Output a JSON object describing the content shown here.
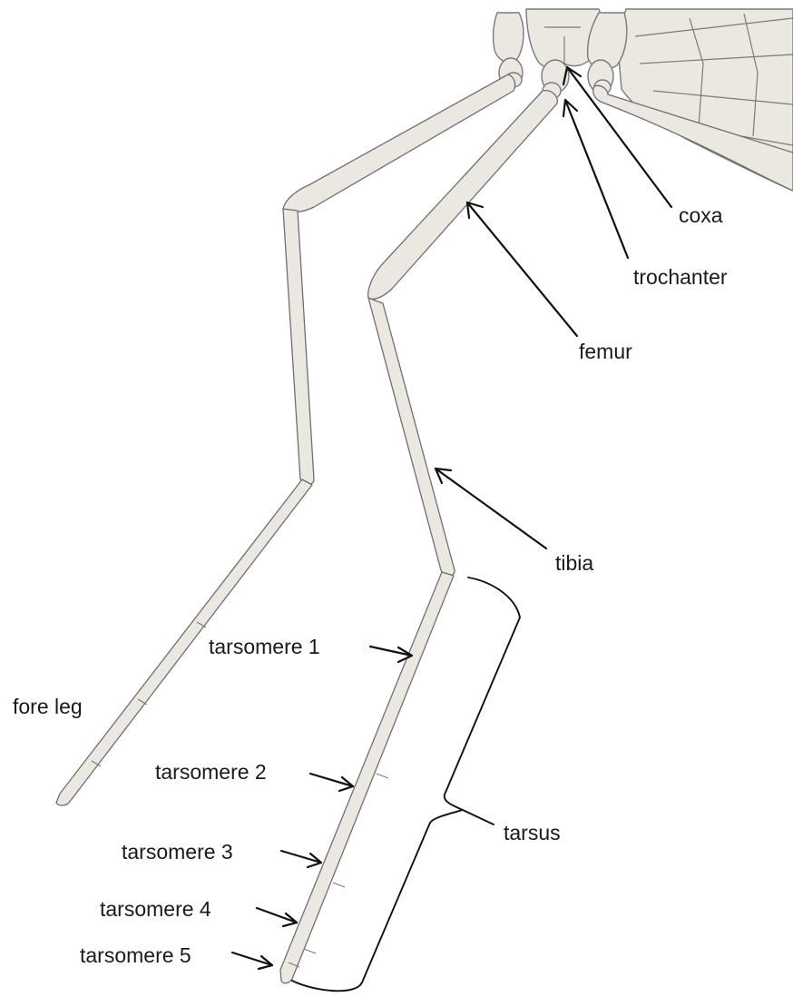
{
  "labels": {
    "coxa": "coxa",
    "trochanter": "trochanter",
    "femur": "femur",
    "tibia": "tibia",
    "fore_leg": "fore leg",
    "tarsomere_1": "tarsomere 1",
    "tarsomere_2": "tarsomere 2",
    "tarsomere_3": "tarsomere 3",
    "tarsomere_4": "tarsomere 4",
    "tarsomere_5": "tarsomere 5",
    "tarsus": "tarsus"
  },
  "colors": {
    "body_fill": "#ebe7e1",
    "outline": "#7a7a7a",
    "arrow": "#111111",
    "text": "#1a1a1a",
    "background": "#ffffff"
  }
}
